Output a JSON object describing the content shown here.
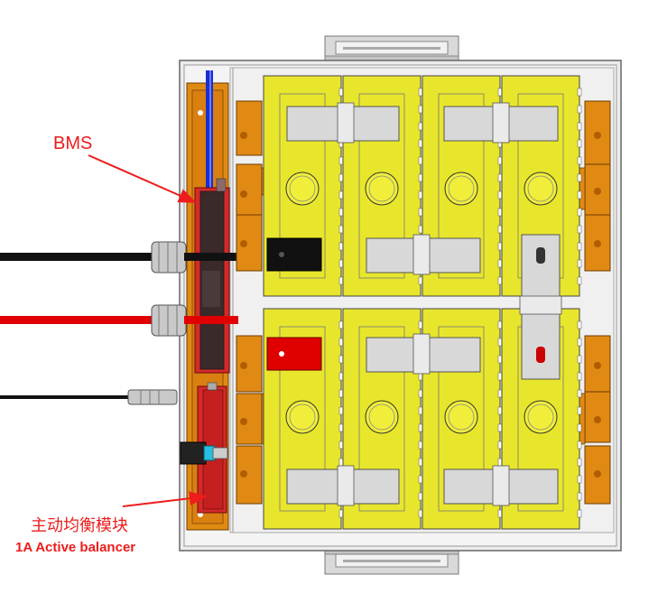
{
  "labels": {
    "bms": "BMS",
    "balancer_cn": "主动均衡模块",
    "balancer_en": "1A Active balancer"
  },
  "colors": {
    "annotation": "#ee1c1c",
    "cell": "#e8e62c",
    "busbar": "#e08a14",
    "bms_board": "#d42a2a",
    "enclosure": "#ececec",
    "terminal_positive": "#e00000",
    "terminal_negative": "#111111",
    "wire_blue": "#1a2fd0"
  }
}
